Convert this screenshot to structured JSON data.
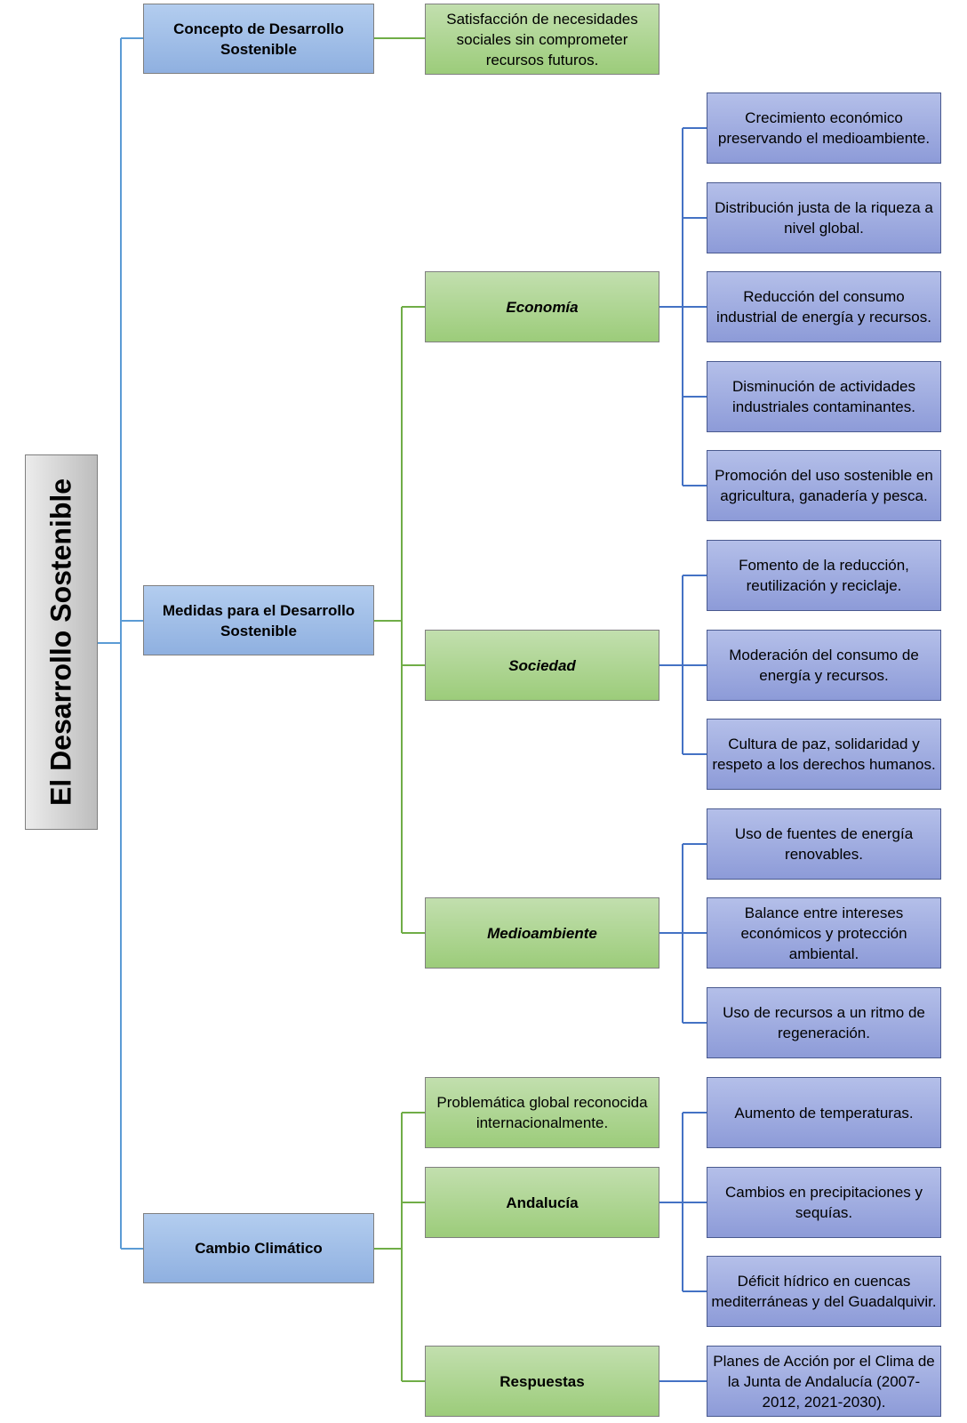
{
  "root": {
    "title": "El Desarrollo Sostenible"
  },
  "branches": {
    "concepto": {
      "label": "Concepto de Desarrollo Sostenible",
      "definition": "Satisfacción de necesidades sociales sin comprometer recursos futuros."
    },
    "medidas": {
      "label": "Medidas para el Desarrollo Sostenible",
      "economia": {
        "label": "Economía",
        "items": [
          "Crecimiento económico preservando el medioambiente.",
          "Distribución justa de la riqueza a nivel global.",
          "Reducción del consumo industrial de energía y recursos.",
          "Disminución de actividades industriales contaminantes.",
          "Promoción del uso sostenible en agricultura, ganadería y pesca."
        ]
      },
      "sociedad": {
        "label": "Sociedad",
        "items": [
          "Fomento de la reducción, reutilización y reciclaje.",
          "Moderación del consumo de energía y recursos.",
          "Cultura de paz, solidaridad y respeto a los derechos humanos."
        ]
      },
      "medioambiente": {
        "label": "Medioambiente",
        "items": [
          "Uso de fuentes de energía renovables.",
          "Balance entre intereses económicos y protección ambiental.",
          "Uso de recursos a un ritmo de regeneración."
        ]
      }
    },
    "cambio": {
      "label": "Cambio Climático",
      "problematica": "Problemática global reconocida internacionalmente.",
      "andalucia": {
        "label": "Andalucía",
        "items": [
          "Aumento de temperaturas.",
          "Cambios en precipitaciones y sequías.",
          "Déficit hídrico en cuencas mediterráneas y del Guadalquivir."
        ]
      },
      "respuestas": {
        "label": "Respuestas",
        "items": [
          "Planes de Acción por el Clima de la Junta de Andalucía (2007-2012, 2021-2030)."
        ]
      }
    }
  },
  "colors": {
    "level1_connector": "#5b9bd5",
    "level2_connector": "#70ad47",
    "level3_connector": "#4472c4"
  }
}
